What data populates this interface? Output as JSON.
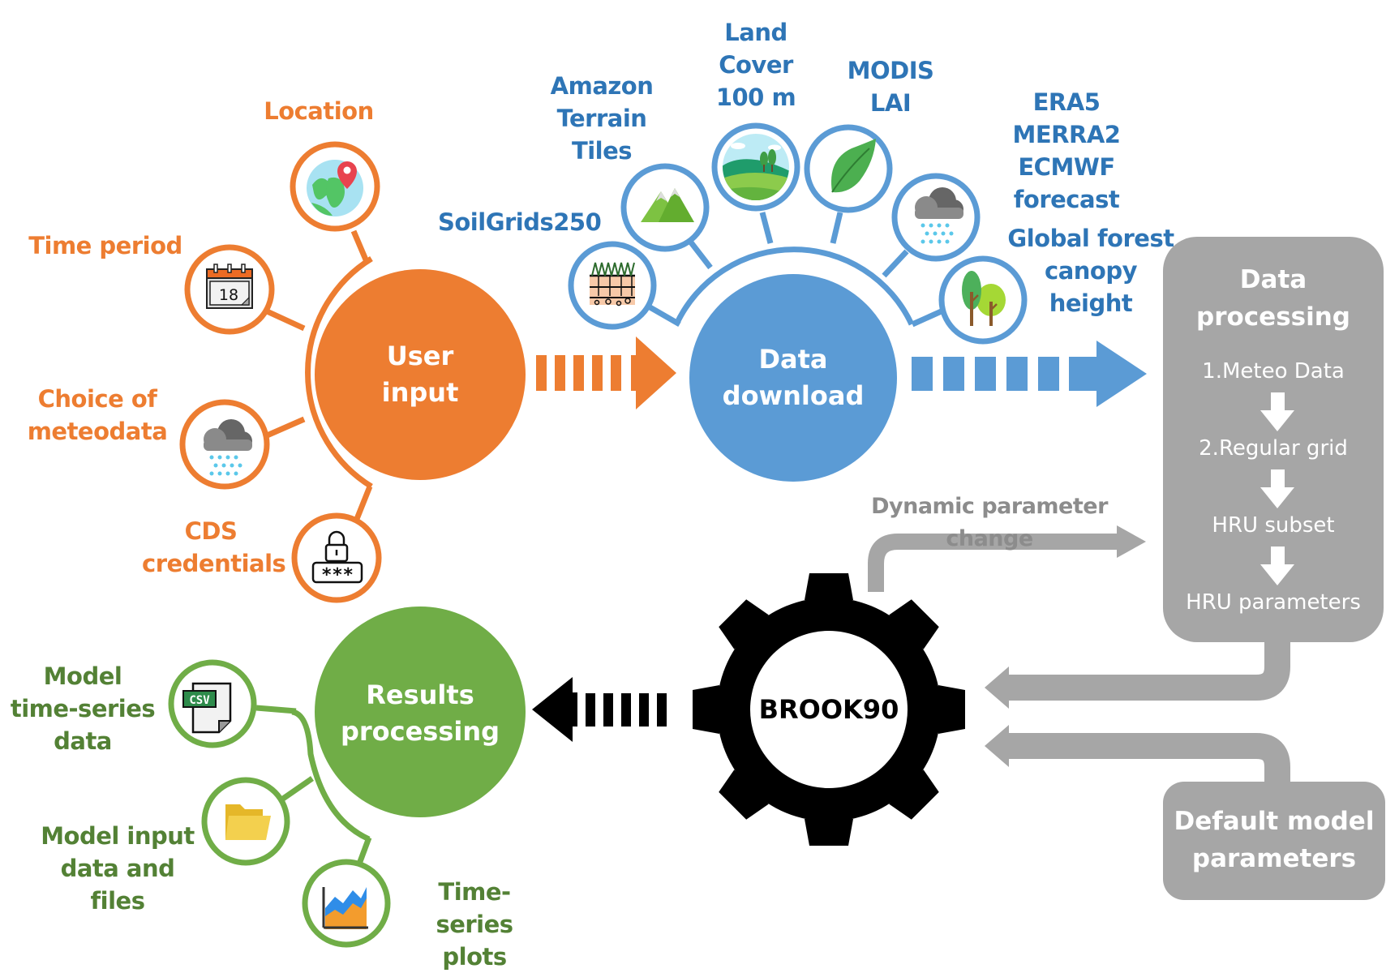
{
  "colors": {
    "orange": "#ED7D31",
    "blue": "#5B9BD5",
    "blue_text": "#2E75B6",
    "green": "#70AD47",
    "green_text": "#538135",
    "gray": "#A6A6A6",
    "gray_text": "#8C8C8C",
    "black": "#000000"
  },
  "user_input": {
    "hub_label": "User\ninput",
    "items": [
      {
        "label": "Location",
        "icon": "globe-pin-icon"
      },
      {
        "label": "Time period",
        "icon": "calendar-icon"
      },
      {
        "label": "Choice of\nmeteodata",
        "icon": "rain-cloud-icon"
      },
      {
        "label": "CDS\ncredentials",
        "icon": "password-lock-icon"
      }
    ]
  },
  "data_download": {
    "hub_label": "Data\ndownload",
    "items": [
      {
        "label": "SoilGrids250",
        "icon": "soil-profile-icon"
      },
      {
        "label": "Amazon\nTerrain\nTiles",
        "icon": "mountain-icon"
      },
      {
        "label": "Land\nCover\n100 m",
        "icon": "landscape-icon"
      },
      {
        "label": "MODIS\nLAI",
        "icon": "leaf-icon"
      },
      {
        "label": "ERA5\nMERRA2\nECMWF forecast",
        "icon": "rain-cloud-icon"
      },
      {
        "label": "Global forest\ncanopy\nheight",
        "icon": "trees-icon"
      }
    ]
  },
  "data_processing": {
    "title": "Data\nprocessing",
    "steps": [
      "1.Meteo Data",
      "2.Regular grid",
      "HRU subset",
      "HRU parameters"
    ]
  },
  "default_params": {
    "label": "Default model\nparameters"
  },
  "model": {
    "label": "BROOK90"
  },
  "dynamic_change": {
    "label": "Dynamic parameter change"
  },
  "results": {
    "hub_label": "Results\nprocessing",
    "items": [
      {
        "label": "Model\ntime-series\ndata",
        "icon": "csv-file-icon",
        "badge": "CSV"
      },
      {
        "label": "Model input\ndata and files",
        "icon": "folder-icon"
      },
      {
        "label": "Time-series\nplots",
        "icon": "area-chart-icon"
      }
    ]
  },
  "calendar_day": "18",
  "password_mask": "***"
}
